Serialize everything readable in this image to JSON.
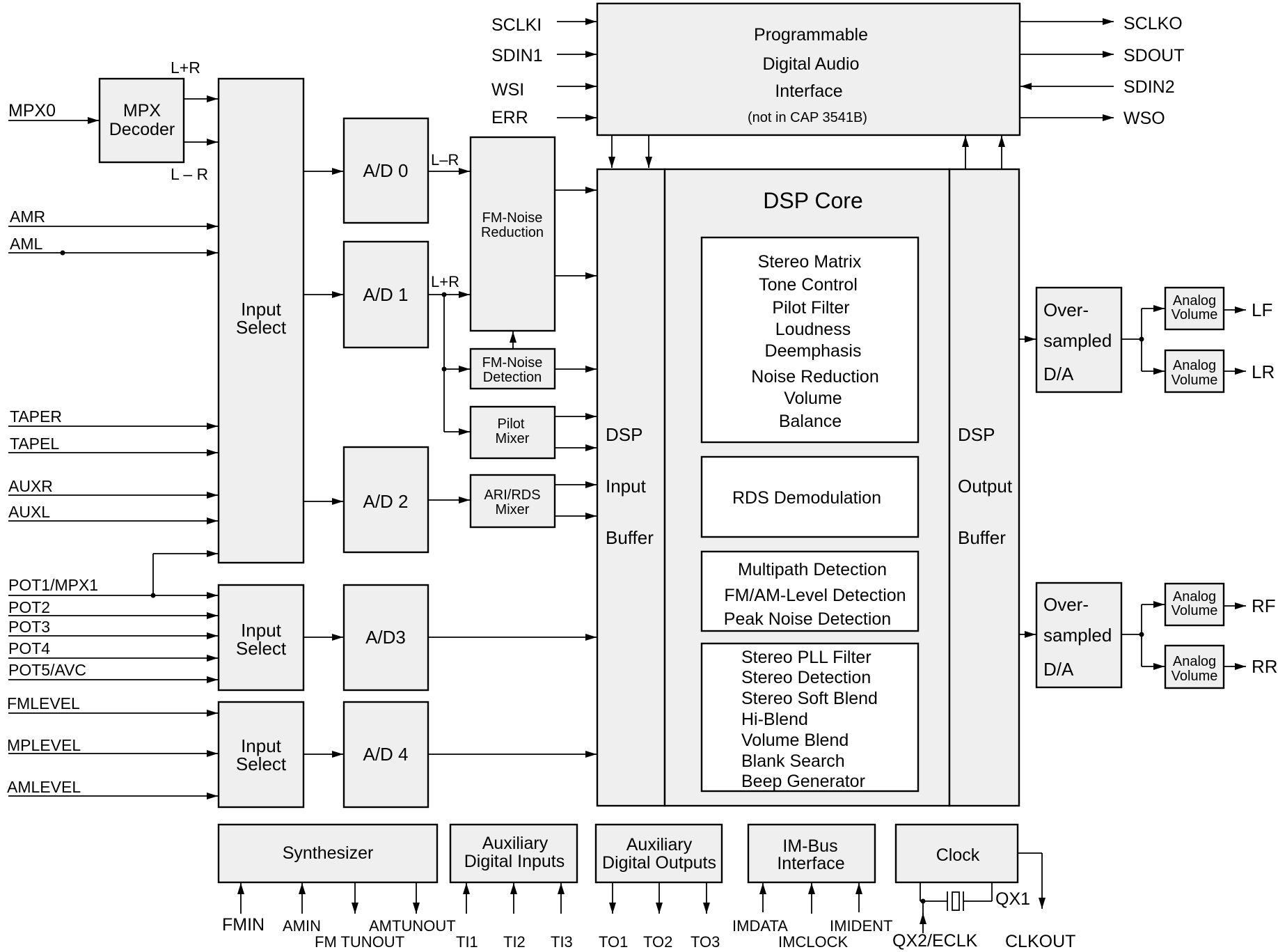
{
  "input_labels": {
    "mpx0": "MPX0",
    "amr": "AMR",
    "aml": "AML",
    "taper": "TAPER",
    "tapel": "TAPEL",
    "auxr": "AUXR",
    "auxl": "AUXL",
    "pot1": "POT1/MPX1",
    "pot2": "POT2",
    "pot3": "POT3",
    "pot4": "POT4",
    "pot5": "POT5/AVC",
    "fmlevel": "FMLEVEL",
    "mplevel": "MPLEVEL",
    "amlevel": "AMLEVEL"
  },
  "serial_in": {
    "sclki": "SCLKI",
    "sdin1": "SDIN1",
    "wsi": "WSI",
    "err": "ERR"
  },
  "serial_out": {
    "sclko": "SCLKO",
    "sdout": "SDOUT",
    "sdin2": "SDIN2",
    "wso": "WSO"
  },
  "mpx_decoder": {
    "line1": "MPX",
    "line2": "Decoder",
    "out_top": "L+R",
    "out_bottom": "L – R"
  },
  "input_select": {
    "line1": "Input",
    "line2": "Select"
  },
  "adc": {
    "ad0": "A/D 0",
    "ad1": "A/D 1",
    "ad2": "A/D 2",
    "ad3": "A/D3",
    "ad4": "A/D 4"
  },
  "signal_labels": {
    "l_minus_r": "L–R",
    "l_plus_r": "L+R"
  },
  "fm_noise_reduction": {
    "line1": "FM-Noise",
    "line2": "Reduction"
  },
  "fm_noise_detection": {
    "line1": "FM-Noise",
    "line2": "Detection"
  },
  "pilot_mixer": {
    "line1": "Pilot",
    "line2": "Mixer"
  },
  "ari_rds_mixer": {
    "line1": "ARI/RDS",
    "line2": "Mixer"
  },
  "audio_interface": {
    "line1": "Programmable",
    "line2": "Digital Audio",
    "line3": "Interface",
    "note": "(not in CAP 3541B)"
  },
  "dsp_input_buffer": {
    "line1": "DSP",
    "line2": "Input",
    "line3": "Buffer"
  },
  "dsp_output_buffer": {
    "line1": "DSP",
    "line2": "Output",
    "line3": "Buffer"
  },
  "dsp_core": {
    "title": "DSP Core",
    "block1": [
      "Stereo Matrix",
      "Tone Control",
      "Pilot Filter",
      "Loudness",
      "Deemphasis",
      "Noise Reduction",
      "Volume",
      "Balance"
    ],
    "block2": [
      "RDS Demodulation"
    ],
    "block3": [
      "Multipath Detection",
      "FM/AM-Level Detection",
      "Peak Noise Detection"
    ],
    "block4": [
      "Stereo PLL Filter",
      "Stereo Detection",
      "Stereo Soft Blend",
      "Hi-Blend",
      "Volume Blend",
      "Blank Search",
      "Beep Generator"
    ]
  },
  "dac": {
    "line1": "Over-",
    "line2": "sampled",
    "line3": "D/A"
  },
  "analog_volume": {
    "line1": "Analog",
    "line2": "Volume"
  },
  "outputs": {
    "lf": "LF",
    "lr": "LR",
    "rf": "RF",
    "rr": "RR"
  },
  "bottom_blocks": {
    "synthesizer": "Synthesizer",
    "aux_in": [
      "Auxiliary",
      "Digital Inputs"
    ],
    "aux_out": [
      "Auxiliary",
      "Digital Outputs"
    ],
    "imbus": [
      "IM-Bus",
      "Interface"
    ],
    "clock": "Clock"
  },
  "bottom_pins": {
    "fmin": "FMIN",
    "amin": "AMIN",
    "fmtunout": "FM TUNOUT",
    "amtunout": "AMTUNOUT",
    "ti1": "TI1",
    "ti2": "TI2",
    "ti3": "TI3",
    "to1": "TO1",
    "to2": "TO2",
    "to3": "TO3",
    "imdata": "IMDATA",
    "imclock": "IMCLOCK",
    "imident": "IMIDENT",
    "qx1": "QX1",
    "qx2": "QX2/ECLK",
    "clkout": "CLKOUT"
  }
}
